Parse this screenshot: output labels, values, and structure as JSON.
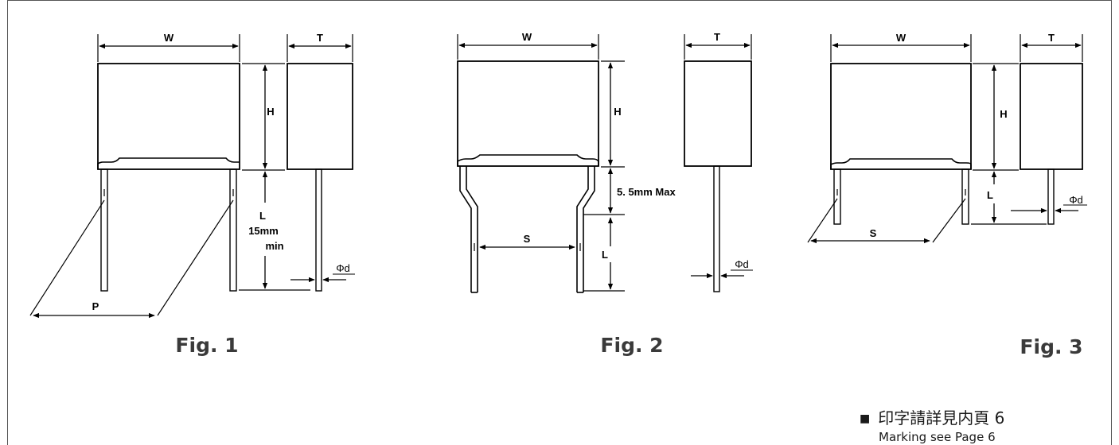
{
  "figures": [
    {
      "caption": "Fig. 1",
      "labels": {
        "width": "W",
        "thickness": "T",
        "height": "H",
        "lead_length": "L",
        "lead_min": "15mm",
        "lead_min2": "min",
        "pitch": "P",
        "lead_dia": "Φd"
      }
    },
    {
      "caption": "Fig. 2",
      "labels": {
        "width": "W",
        "thickness": "T",
        "height": "H",
        "kink": "5. 5mm Max",
        "spacing": "S",
        "lead_length": "L",
        "lead_dia": "Φd"
      }
    },
    {
      "caption": "Fig. 3",
      "labels": {
        "width": "W",
        "thickness": "T",
        "height": "H",
        "lead_length": "L",
        "spacing": "S",
        "lead_dia": "Φd"
      }
    }
  ],
  "note": {
    "bullet": "■",
    "zh": "印字請詳見内頁 6",
    "en": "Marking  see  Page  6"
  }
}
